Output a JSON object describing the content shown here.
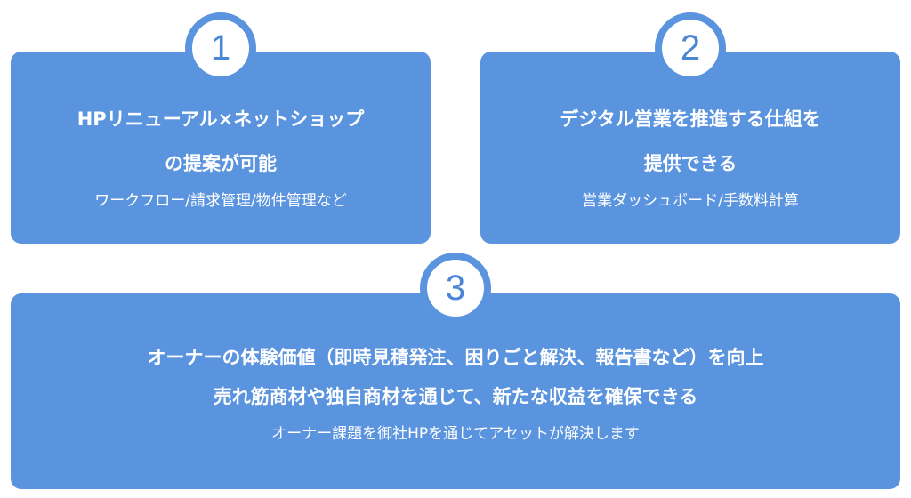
{
  "colors": {
    "card_background": "#5b94de",
    "badge_number": "#4a86d6",
    "text": "#ffffff"
  },
  "cards": [
    {
      "number": "1",
      "heading_line1": "HPリニューアル×ネットショップ",
      "heading_line2": "の提案が可能",
      "subtext": "ワークフロー/請求管理/物件管理など"
    },
    {
      "number": "2",
      "heading_line1": "デジタル営業を推進する仕組を",
      "heading_line2": "提供できる",
      "subtext": "営業ダッシュボード/手数料計算"
    },
    {
      "number": "3",
      "heading_line1": "オーナーの体験価値（即時見積発注、困りごと解決、報告書など）を向上",
      "heading_line2": "売れ筋商材や独自商材を通じて、新たな収益を確保できる",
      "subtext": "オーナー課題を御社HPを通じてアセットが解決します"
    }
  ]
}
